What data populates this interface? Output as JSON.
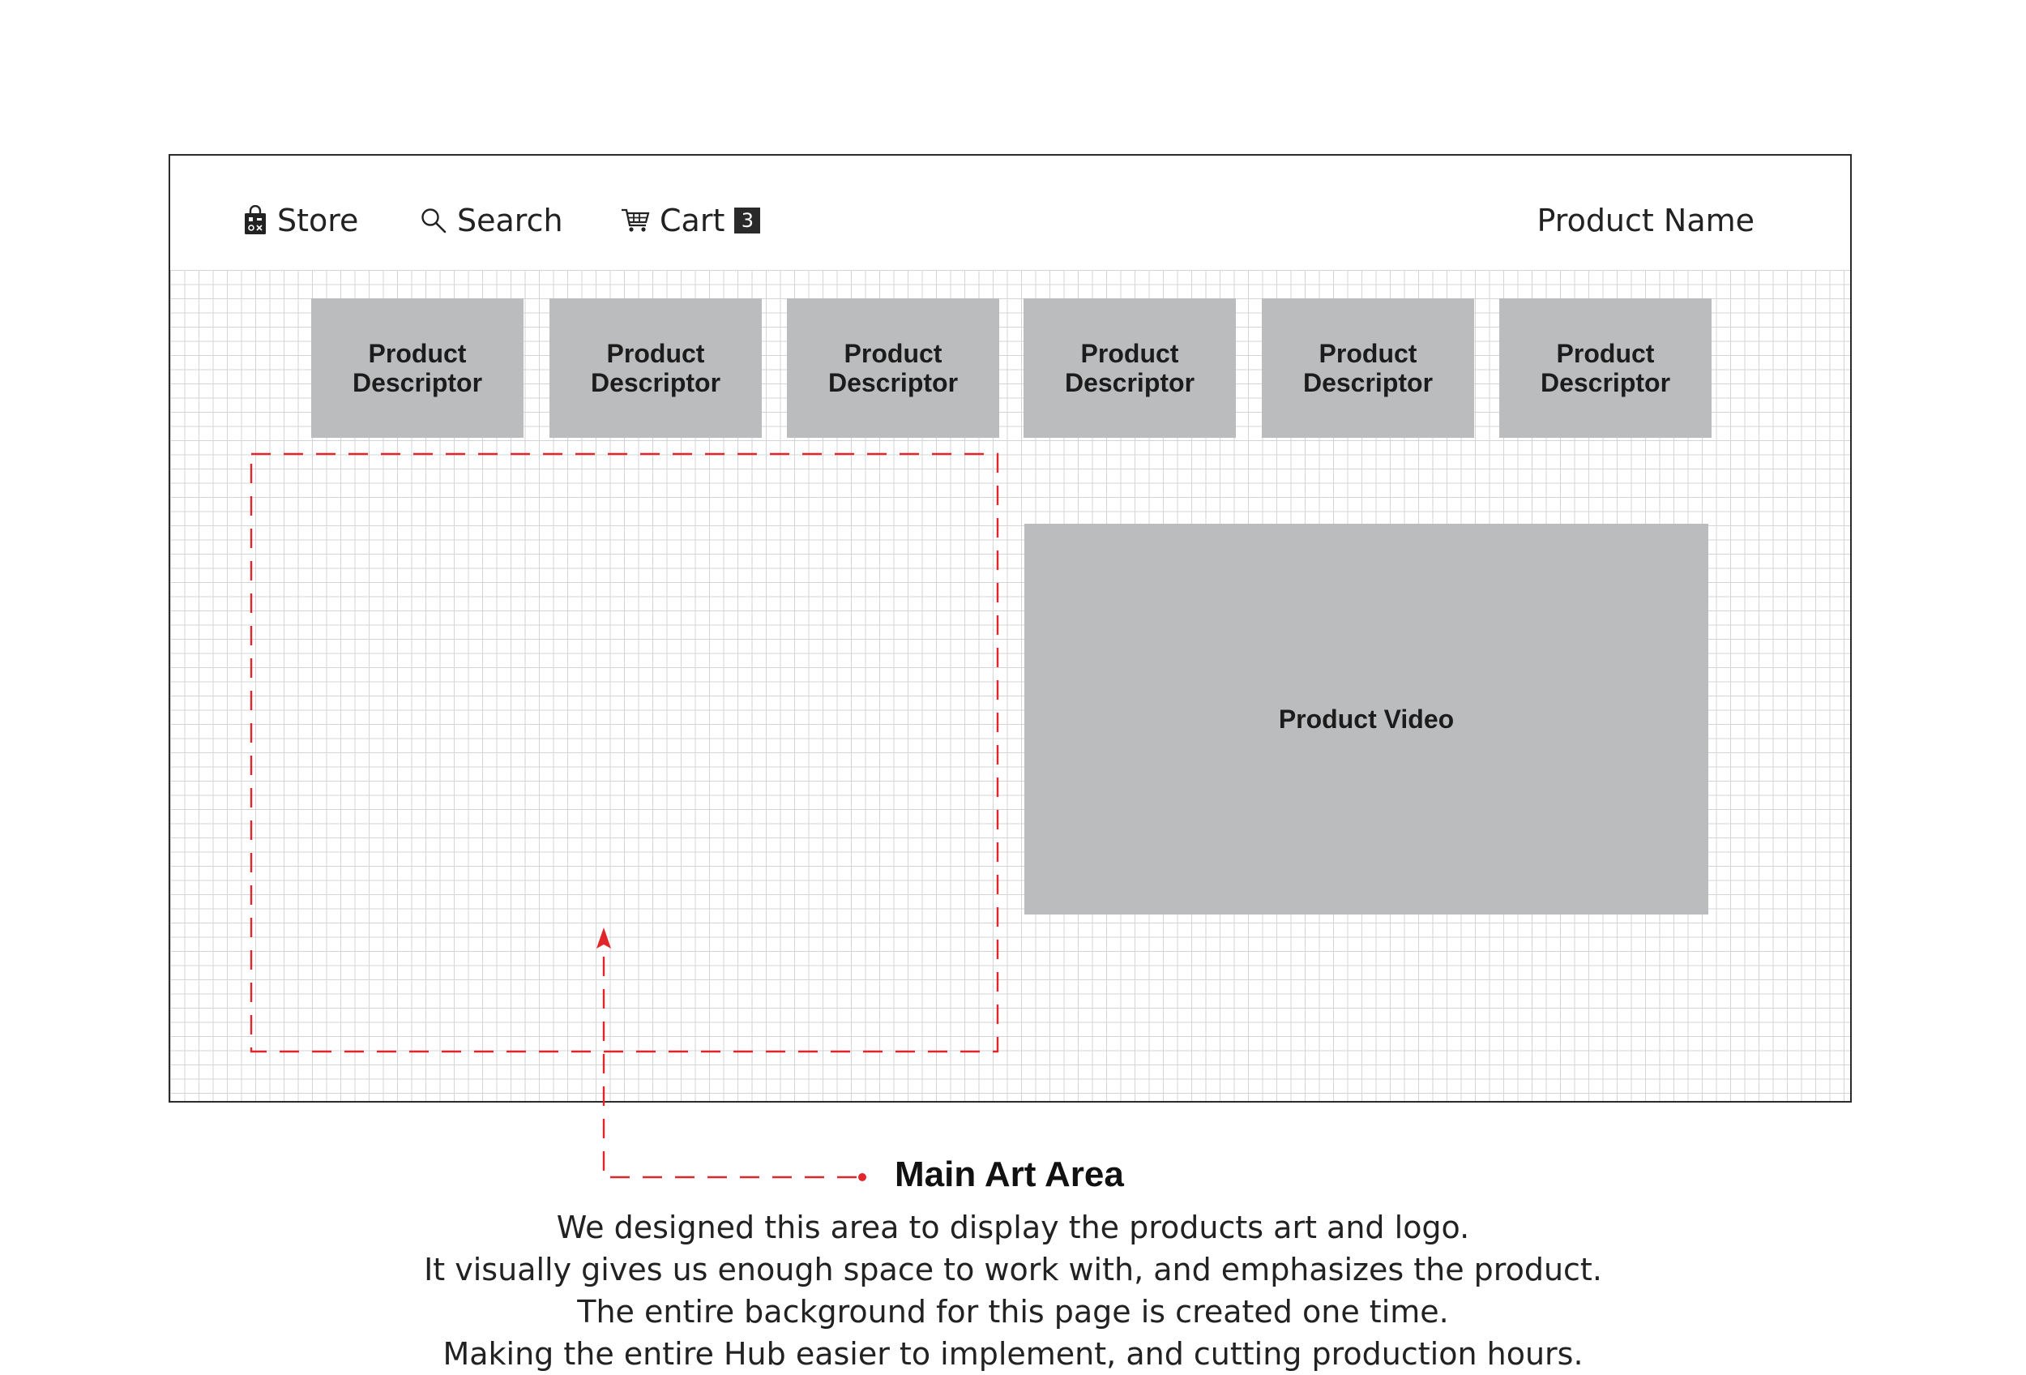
{
  "nav": {
    "store_label": "Store",
    "store_icon": "shopping-bag-icon",
    "search_label": "Search",
    "search_icon": "magnifier-icon",
    "cart_label": "Cart",
    "cart_icon": "cart-icon",
    "cart_count": "3",
    "product_name": "Product Name"
  },
  "descriptors": [
    "Product\nDescriptor",
    "Product\nDescriptor",
    "Product\nDescriptor",
    "Product\nDescriptor",
    "Product\nDescriptor",
    "Product\nDescriptor"
  ],
  "video_label": "Product Video",
  "callout": {
    "title": "Main Art Area",
    "lines": [
      "We designed this area to display the products art and logo.",
      "It visually gives us enough space to work with, and emphasizes the product.",
      "The entire background for this page is created one time.",
      "Making the entire Hub easier to implement, and cutting production hours."
    ]
  },
  "colors": {
    "tile_gray": "#bbbcbe",
    "grid_line": "#d4d4d4",
    "annotation_red": "#e0262b",
    "frame": "#2b2b2b"
  }
}
